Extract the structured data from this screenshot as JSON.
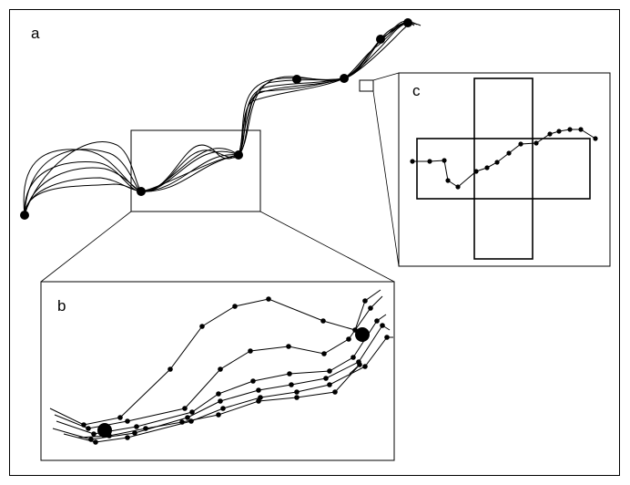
{
  "panels": {
    "a": {
      "label": "a"
    },
    "b": {
      "label": "b"
    },
    "c": {
      "label": "c"
    }
  },
  "colors": {
    "ink": "#000000",
    "background": "#ffffff"
  }
}
